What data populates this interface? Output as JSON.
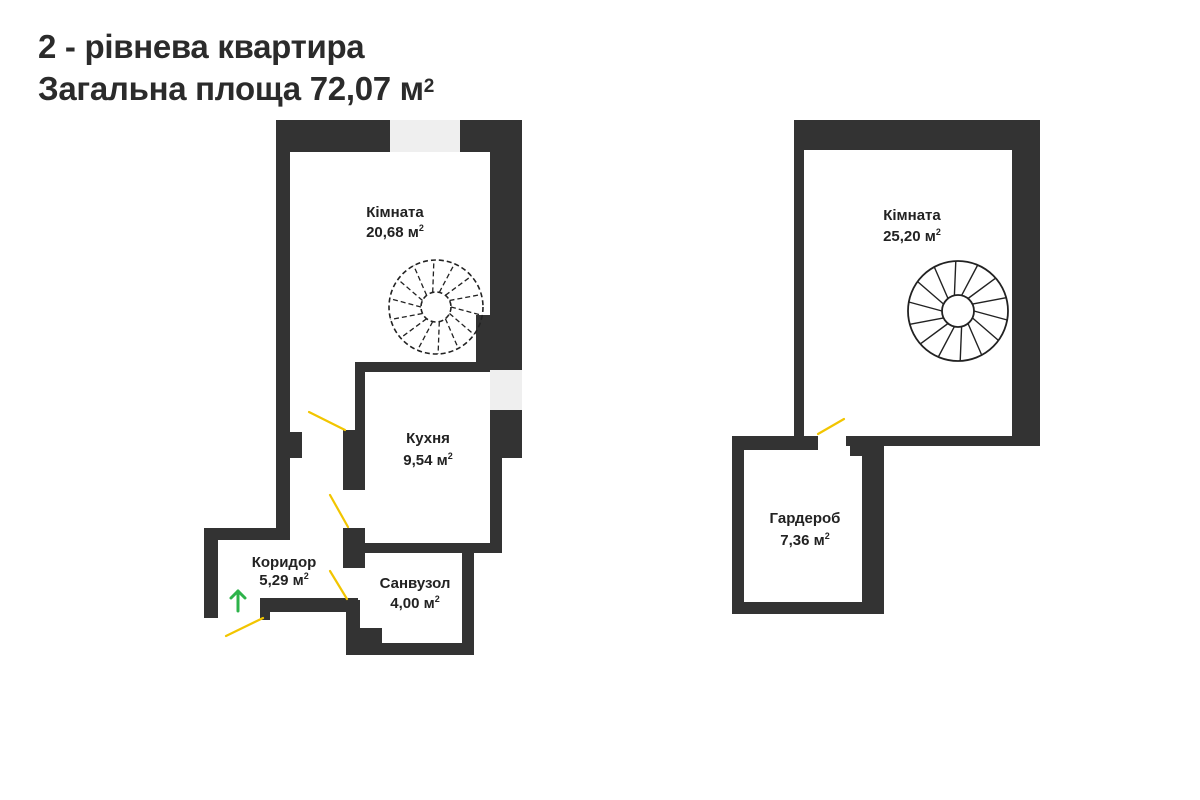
{
  "header": {
    "title": "2 - рівнева квартира",
    "area_label": "Загальна площа 72,07 м",
    "area_sup": "2"
  },
  "colors": {
    "wall": "#333333",
    "door": "#f2c500",
    "window": "#efefef",
    "stairs": "#222222",
    "entry_arrow": "#2db34a",
    "text": "#2b2b2b"
  },
  "floor1": {
    "rooms": [
      {
        "name": "Кімната",
        "area": "20,68 м",
        "sup": "2"
      },
      {
        "name": "Кухня",
        "area": "9,54 м",
        "sup": "2"
      },
      {
        "name": "Коридор",
        "area": "5,29 м",
        "sup": "2"
      },
      {
        "name": "Санвузол",
        "area": "4,00 м",
        "sup": "2"
      }
    ]
  },
  "floor2": {
    "rooms": [
      {
        "name": "Кімната",
        "area": "25,20 м",
        "sup": "2"
      },
      {
        "name": "Гардероб",
        "area": "7,36 м",
        "sup": "2"
      }
    ]
  },
  "icons": {
    "entry": "entry-arrow-icon",
    "stairs": "spiral-staircase-icon"
  }
}
